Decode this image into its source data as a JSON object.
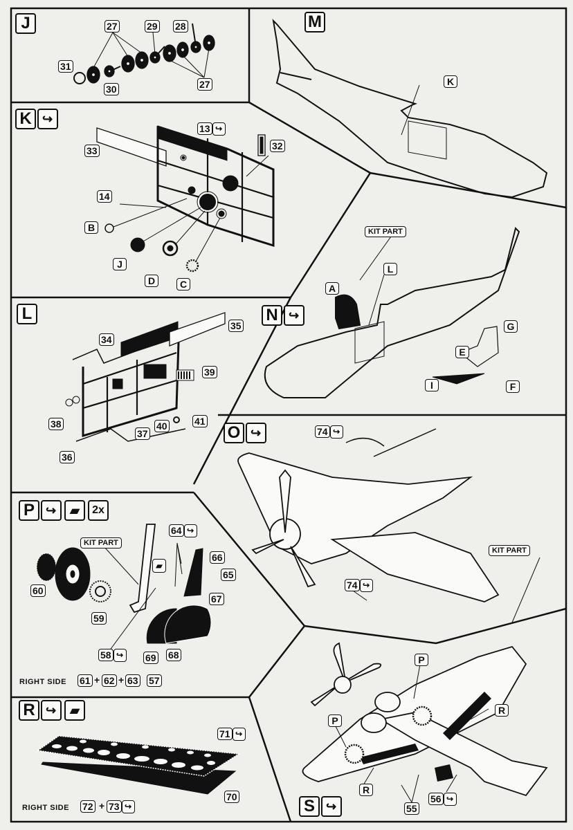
{
  "document": {
    "type": "photo-etched detail set assembly instructions",
    "accent_color": "#111111",
    "paper_color": "#efefec"
  },
  "icons": {
    "fold": "↩",
    "paint": "▰",
    "times_two": "2x"
  },
  "steps": {
    "J": {
      "letter": "J",
      "parts": [
        "27",
        "29",
        "28",
        "31",
        "30",
        "27"
      ]
    },
    "K": {
      "letter": "K",
      "parts": [
        "13",
        "33",
        "32",
        "14",
        "B",
        "J",
        "D",
        "C"
      ]
    },
    "M": {
      "letter": "M",
      "parts": [
        "K"
      ]
    },
    "L": {
      "letter": "L",
      "parts": [
        "35",
        "34",
        "39",
        "38",
        "40",
        "41",
        "37",
        "36"
      ]
    },
    "N": {
      "letter": "N",
      "kit_part": "KIT PART",
      "parts": [
        "L",
        "A",
        "G",
        "E",
        "I",
        "F"
      ]
    },
    "O": {
      "letter": "O",
      "kit_part": "KIT PART",
      "parts": [
        "74",
        "74"
      ]
    },
    "P": {
      "letter": "P",
      "multiplier": "2x",
      "kit_part": "KIT PART",
      "parts": [
        "64",
        "66",
        "65",
        "67",
        "60",
        "59",
        "58",
        "69",
        "68"
      ],
      "right_side_label": "RIGHT SIDE",
      "right_side_parts": [
        "61",
        "62",
        "63",
        "57"
      ]
    },
    "R": {
      "letter": "R",
      "parts": [
        "71",
        "70"
      ],
      "right_side_label": "RIGHT SIDE",
      "right_side_parts": [
        "72",
        "73"
      ]
    },
    "S": {
      "letter": "S",
      "parts": [
        "P",
        "P",
        "R",
        "R",
        "55",
        "56"
      ]
    }
  }
}
